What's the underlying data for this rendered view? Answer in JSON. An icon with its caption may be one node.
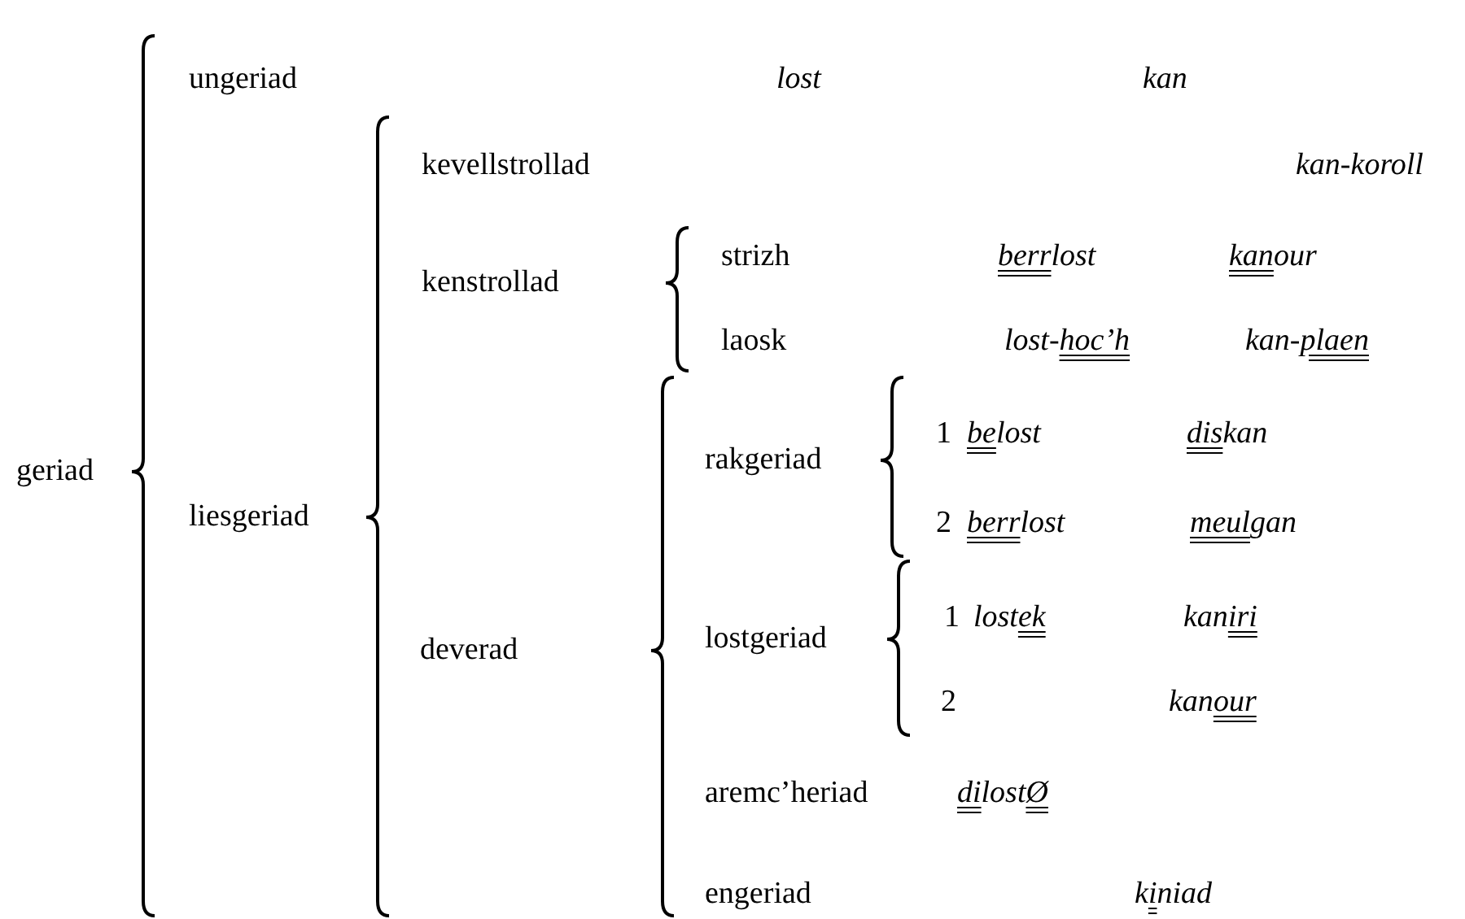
{
  "diagram": {
    "labels": [
      "ungeriad",
      "lost",
      "kan",
      "kevellstrollad",
      "kan-koroll",
      "strizh",
      "berrlost",
      "kanour",
      "kenstrollad",
      "laosk",
      "lost-hoc’h",
      "kan-plaen",
      "1",
      "belost",
      "diskan",
      "geriad",
      "rakgeriad",
      "liesgeriad",
      "2",
      "berrlost",
      "meulgan",
      "1",
      "lostek",
      "kaniri",
      "deverad",
      "lostgeriad",
      "2",
      "kanour",
      "aremc’heriad",
      "dilostØ",
      "engeriad",
      "kiniad"
    ]
  }
}
